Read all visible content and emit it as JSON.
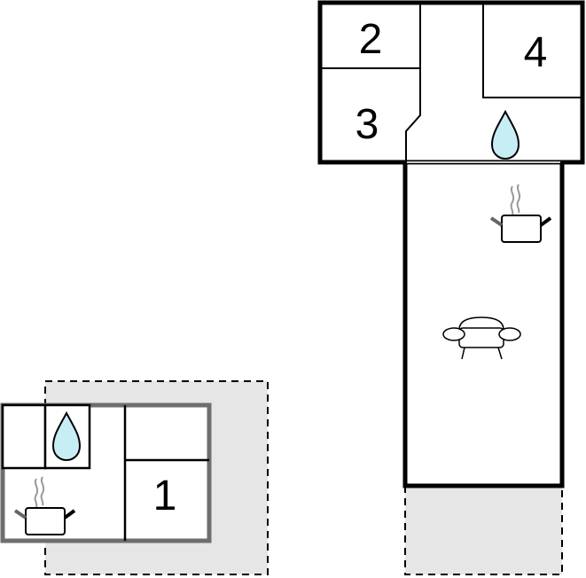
{
  "floorplan": {
    "rooms": [
      {
        "label": "1"
      },
      {
        "label": "2"
      },
      {
        "label": "3"
      },
      {
        "label": "4"
      }
    ],
    "icons": [
      "water-drop-icon",
      "cooking-pot-icon",
      "sofa-icon"
    ],
    "colors": {
      "wall": "#000000",
      "outer_wall_gray": "#6e6e6e",
      "terrace": "#e6e6e6",
      "water": "#c8eef5"
    }
  }
}
